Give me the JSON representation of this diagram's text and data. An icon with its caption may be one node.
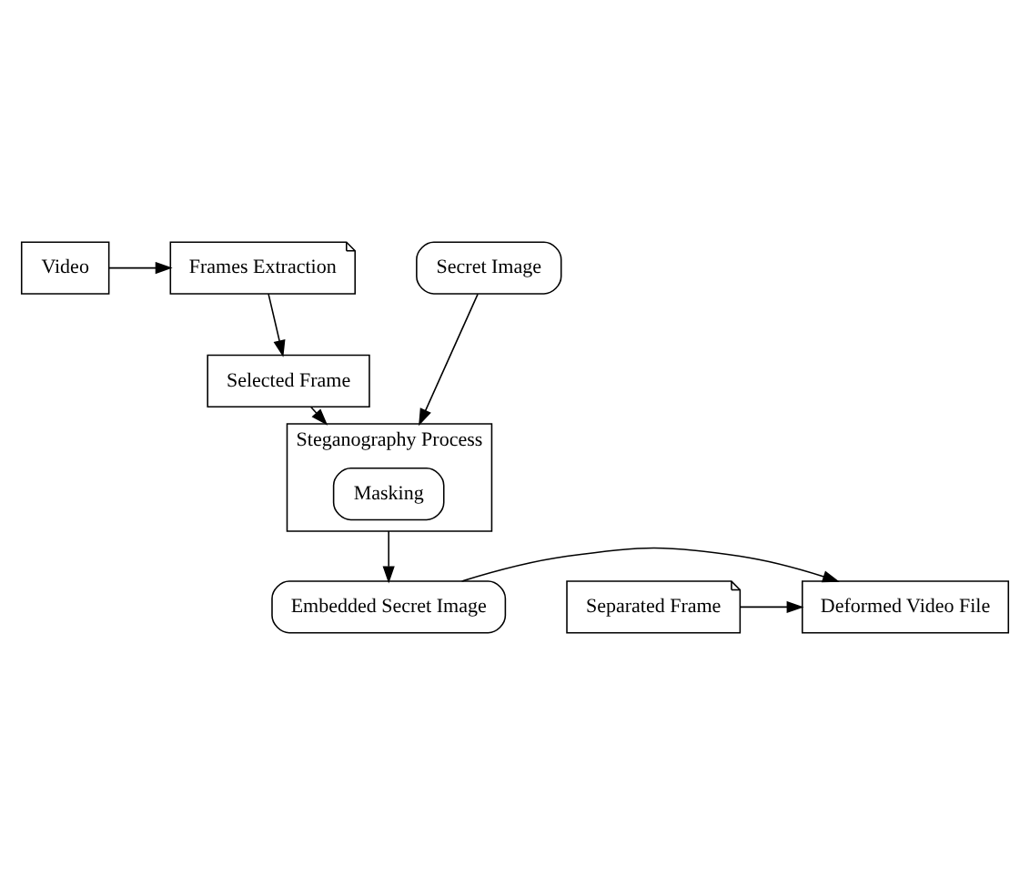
{
  "diagram": {
    "nodes": [
      {
        "text": [
          "Video"
        ]
      },
      {
        "text": [
          "Frames Extraction"
        ]
      },
      {
        "text": [
          "Secret Image"
        ]
      },
      {
        "text": [
          "Selected Frame"
        ]
      },
      {
        "text": [
          "Steganography Process"
        ]
      },
      {
        "text": [
          "Masking"
        ],
        "in": 4
      },
      {
        "text": [
          "Separated Frame"
        ]
      },
      {
        "text": [
          "Deformed Video File"
        ]
      },
      {
        "text": [
          "Embedded Secret Image"
        ]
      }
    ],
    "edges": [
      {
        "from": 0,
        "to": 1,
        "arrow": "to"
      },
      {
        "from": 1,
        "to": 3,
        "arrow": "to"
      },
      {
        "from": 2,
        "to": 4,
        "arrow": "to"
      },
      {
        "from": 3,
        "to": 4,
        "arrow": "to"
      },
      {
        "from": 4,
        "to": 8,
        "arrow": "to"
      },
      {
        "from": 8,
        "to": 7,
        "arrow": "to"
      },
      {
        "from": 6,
        "to": 7,
        "arrow": "to"
      }
    ]
  }
}
